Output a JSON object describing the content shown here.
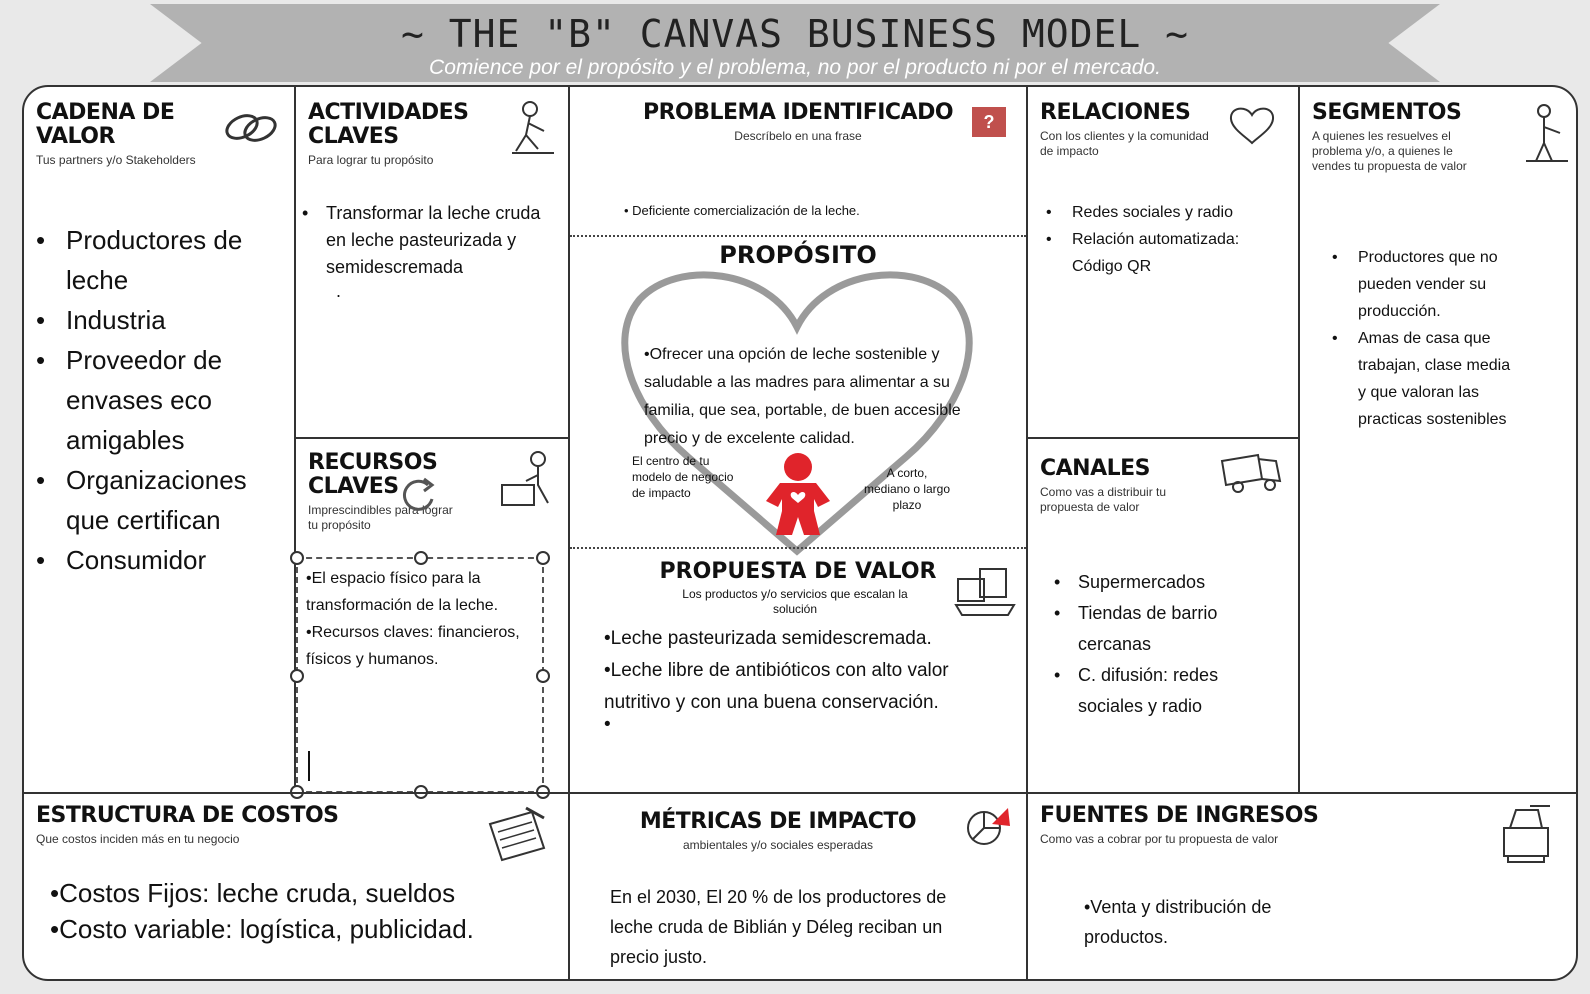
{
  "banner": {
    "title": "~ THE \"B\" CANVAS BUSINESS MODEL ~",
    "subtitle": "Comience por el propósito y el problema, no por el producto ni por el mercado."
  },
  "cadena": {
    "title": "CADENA DE VALOR",
    "subtitle": "Tus partners y/o Stakeholders",
    "items": [
      "Productores de leche",
      "Industria",
      "Proveedor de envases eco amigables",
      "Organizaciones que certifican",
      "Consumidor"
    ]
  },
  "actividades": {
    "title": "ACTIVIDADES CLAVES",
    "subtitle": "Para lograr tu propósito",
    "items": [
      "Transformar la leche cruda  en leche pasteurizada y semidescremada"
    ],
    "extra": "."
  },
  "recursos": {
    "title": "RECURSOS CLAVES",
    "subtitle": "Imprescindibles para lograr tu propósito",
    "items": [
      "•El espacio físico para la transformación de la leche.",
      "•Recursos claves: financieros, físicos y humanos."
    ]
  },
  "problema": {
    "title": "PROBLEMA IDENTIFICADO",
    "subtitle": "Descríbelo en una frase",
    "badge": "?",
    "item": "• Deficiente comercialización de la leche."
  },
  "proposito": {
    "title": "PROPÓSITO",
    "text": "•Ofrecer una opción de leche sostenible y saludable a las madres para alimentar a su familia, que sea, portable, de buen accesible precio y de excelente calidad.",
    "left_note": "El centro de tu modelo de negocio de impacto",
    "right_note": "A corto, mediano o largo plazo"
  },
  "propuesta": {
    "title": "PROPUESTA DE VALOR",
    "subtitle": "Los productos y/o servicios que escalan la solución",
    "items": [
      "•Leche pasteurizada semidescremada.",
      "•Leche libre de antibióticos con alto valor nutritivo y con una buena conservación.",
      "•"
    ]
  },
  "relaciones": {
    "title": "RELACIONES",
    "subtitle": "Con los clientes y la comunidad de impacto",
    "items": [
      "Redes sociales y radio",
      "Relación automatizada: Código QR"
    ]
  },
  "canales": {
    "title": "CANALES",
    "subtitle": "Como vas a distribuir tu propuesta de valor",
    "items": [
      "Supermercados",
      "Tiendas de barrio cercanas",
      "C. difusión: redes sociales y radio"
    ]
  },
  "segmentos": {
    "title": "SEGMENTOS",
    "subtitle": "A quienes les resuelves el problema y/o, a quienes le vendes tu propuesta de valor",
    "items": [
      "Productores que no pueden vender su producción.",
      "Amas de casa que trabajan, clase media y que valoran las practicas sostenibles"
    ]
  },
  "costos": {
    "title": "ESTRUCTURA DE COSTOS",
    "subtitle": "Que costos inciden más en tu negocio",
    "items": [
      "•Costos Fijos: leche cruda, sueldos",
      "•Costo variable: logística, publicidad."
    ]
  },
  "metricas": {
    "title": "MÉTRICAS DE IMPACTO",
    "subtitle": "ambientales y/o sociales esperadas",
    "text": "En el 2030,  El 20 % de los productores de leche cruda de Biblián y Déleg reciban un precio justo."
  },
  "fuentes": {
    "title": "FUENTES DE INGRESOS",
    "subtitle": "Como vas a cobrar por tu propuesta de valor",
    "text": "•Venta y distribución de productos."
  },
  "colors": {
    "accent_red": "#e0242b",
    "badge_red": "#c0504d",
    "banner_gray": "#b2b2b2",
    "heart_gray": "#9a9a9a"
  }
}
